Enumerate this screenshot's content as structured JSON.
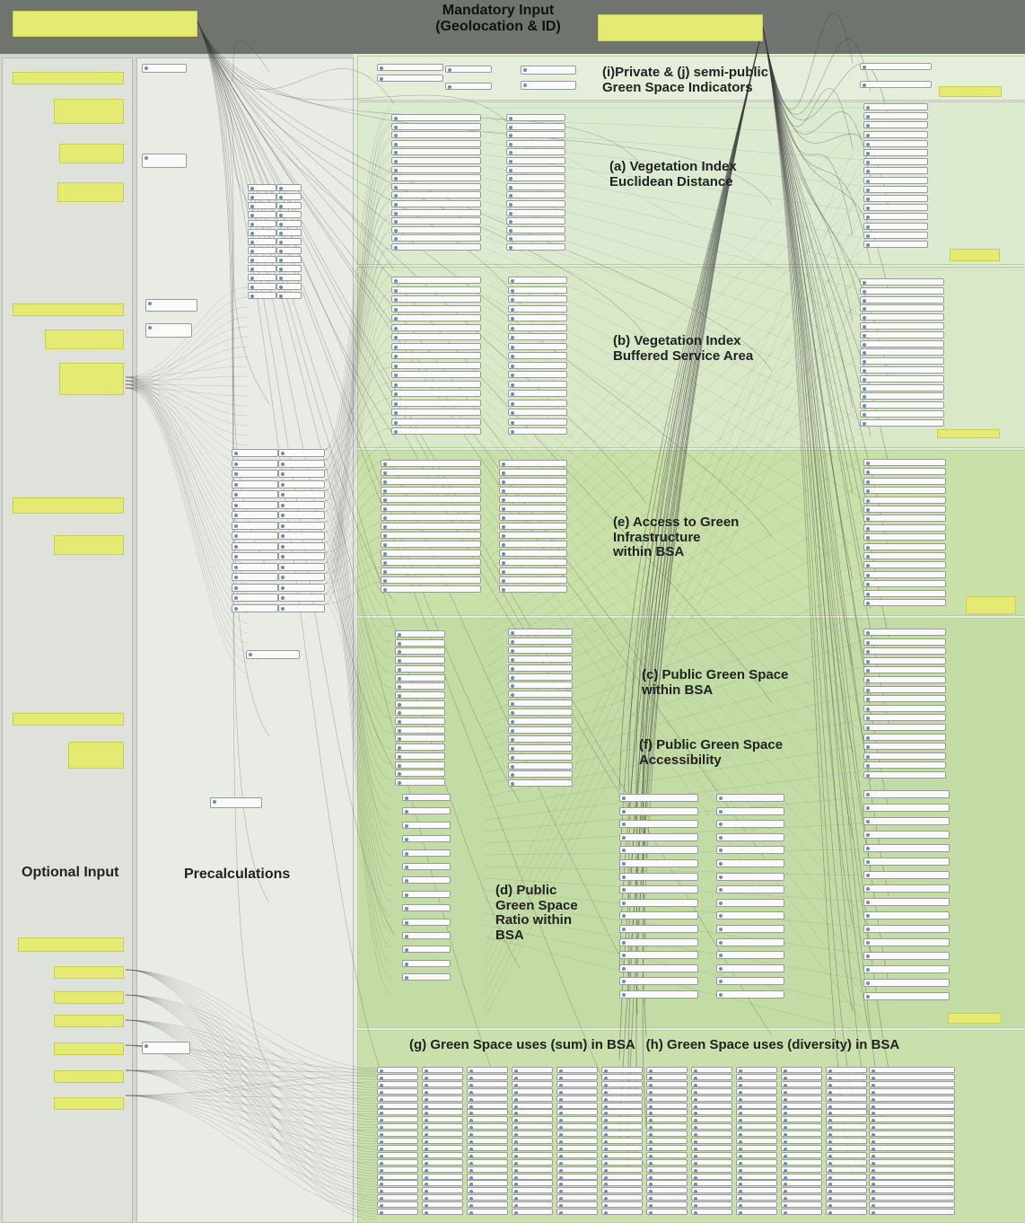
{
  "header": {
    "title_line1": "Mandatory Input",
    "title_line2": "(Geolocation & ID)"
  },
  "columns": {
    "optional_title": "Optional Input",
    "precalc_title": "Precalculations"
  },
  "sections": {
    "ij": {
      "line1": "(i)Private & (j) semi-public",
      "line2": "Green Space Indicators"
    },
    "a": {
      "line1": "(a) Vegetation Index",
      "line2": "Euclidean Distance"
    },
    "b": {
      "line1": "(b) Vegetation Index",
      "line2": "Buffered Service Area"
    },
    "e": {
      "line1": "(e) Access to Green",
      "line2": "Infrastructure",
      "line3": "within BSA"
    },
    "c": {
      "line1": "(c) Public Green Space",
      "line2": "within BSA"
    },
    "f": {
      "line1": "(f) Public Green Space",
      "line2": "Accessibility"
    },
    "d": {
      "line1": "(d) Public",
      "line2": "Green Space",
      "line3": "Ratio within",
      "line4": "BSA"
    },
    "gh": {
      "text": "(g) Green Space uses (sum) in BSA   (h) Green Space uses (diversity) in BSA"
    }
  },
  "colors": {
    "header_band": "#6f746e",
    "note_yellow": "#e5ea73",
    "section_green_light": "#dfeccd",
    "section_green_mid": "#cfe2b4",
    "section_green_strong": "#c4dca4",
    "node_port_blue": "#6d8bbd"
  }
}
